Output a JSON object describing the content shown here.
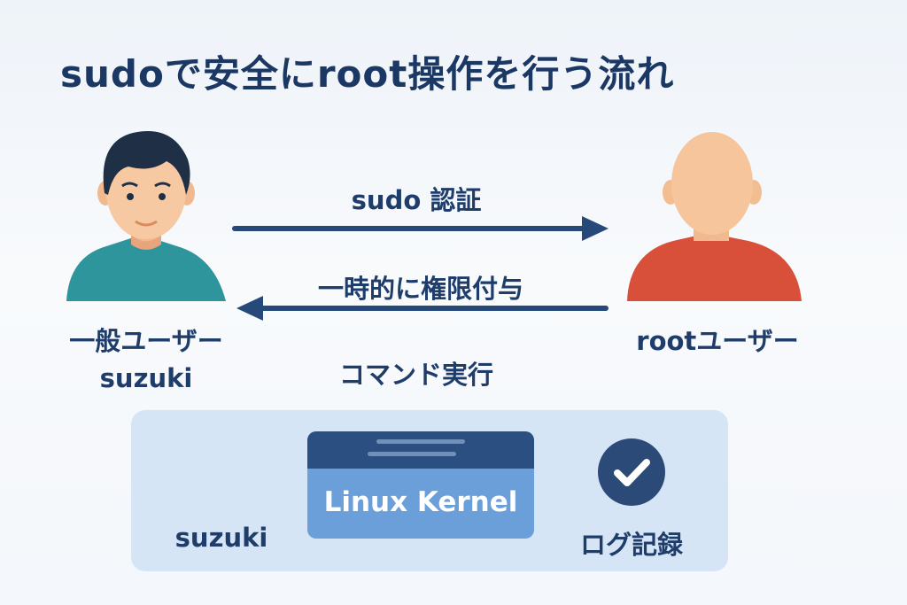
{
  "title": "sudoで安全にroot操作を行う流れ",
  "general_user": {
    "role": "一般ユーザー",
    "name": "suzuki"
  },
  "root_user": {
    "role": "rootユーザー"
  },
  "arrows": {
    "auth": "sudo 認証",
    "grant": "一時的に権限付与",
    "execute": "コマンド実行"
  },
  "bottom": {
    "user": "suzuki",
    "kernel": "Linux Kernel",
    "log": "ログ記録"
  },
  "colors": {
    "navy": "#1f3d6b",
    "teal_shirt": "#2f959c",
    "red_shirt": "#d9503a",
    "panel": "#d5e5f5",
    "kernel": "#6a9fd9"
  }
}
